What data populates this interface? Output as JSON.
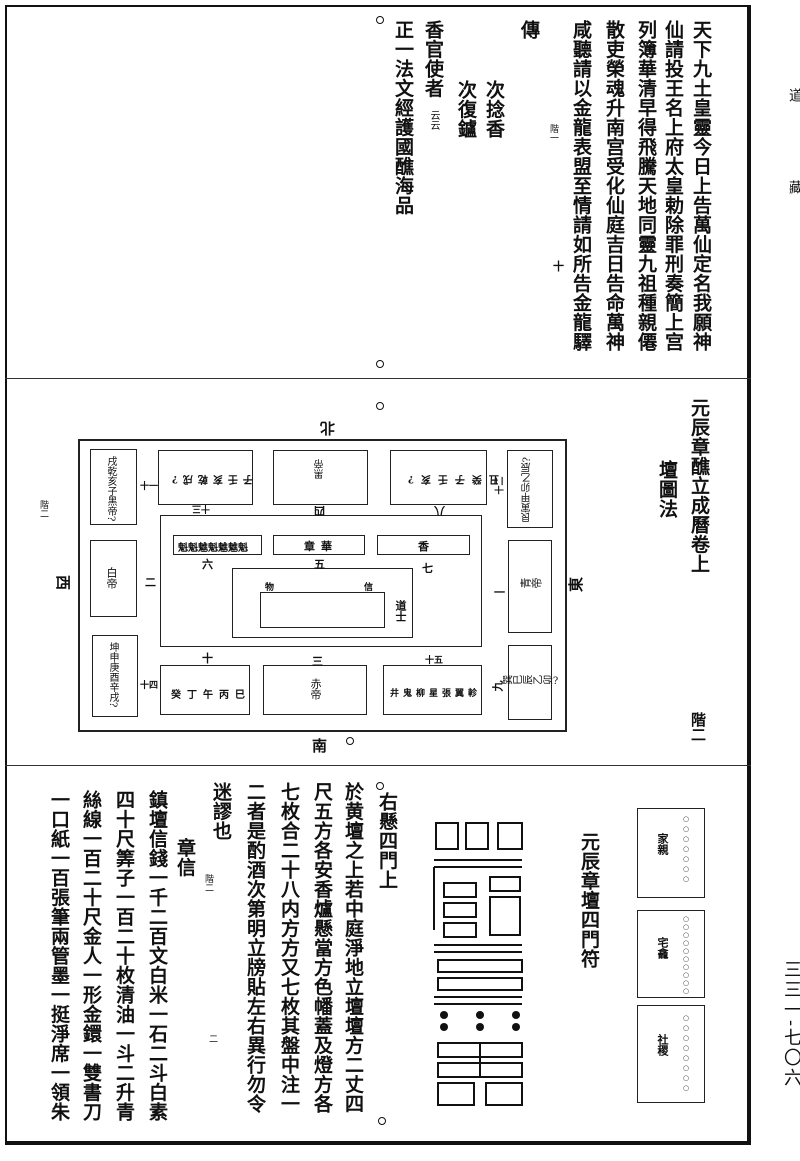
{
  "margin": {
    "collection_1": "道",
    "collection_2": "藏",
    "page_number": "三三一-七〇六"
  },
  "top_panel": {
    "columns": [
      "天下九土皇靈今日上告萬仙定名我願神",
      "仙請投王名上府太皇勅除罪刑奏簡上宫",
      "列簿華清早得飛騰天地同靈九祖種親僊",
      "散吏榮魂升南宫受化仙庭吉日告命萬神",
      "咸聽請以金龍表盟至情請如所告金龍驛"
    ],
    "note_1": "階一",
    "mark_plus": "十",
    "chuan": "傳",
    "ci_1": "次捻香",
    "ci_2": "次復鑪",
    "xiangguan": "香官使者",
    "yunyun": "云云",
    "closing_title": "正一法文經護國醮海品"
  },
  "middle_panel": {
    "title": "元辰章醮立成曆卷上",
    "subtitle": "壇圖法",
    "note": "階二",
    "side_note": "階二",
    "diagram": {
      "north": "北",
      "south": "南",
      "west": "西",
      "east": "東",
      "numbers": {
        "n1": "一",
        "n2": "二",
        "n3": "三",
        "n4": "四",
        "n5": "五",
        "n6": "六",
        "n7": "七",
        "n8": "八",
        "n9": "九",
        "n10": "十",
        "n11": "十一",
        "n12": "十二",
        "n13": "十三",
        "n14": "十四",
        "n15": "十五"
      },
      "top_left_box": "戌乾亥子黑帝?",
      "top_row_left": "子壬亥乾戌?",
      "top_row_mid": "黑帝",
      "top_row_right": "丑癸子壬亥?",
      "right_top_box": "艮寅甲卯乙辰?",
      "left_mid_box": "白帝",
      "right_mid_box": "青帝",
      "left_bottom_box": "坤申庚酉辛戌?",
      "right_bottom_box": "巽巳辰乙卯?",
      "inner_left": "魁魁魋魁魋魋魁",
      "inner_mid": "章華",
      "inner_right": "香",
      "altar_1": "物",
      "altar_2": "信",
      "daoshi": "道士",
      "bottom_left": "癸丁午丙巳",
      "bottom_mid": "赤帝",
      "bottom_right": "井鬼柳星張翼軫"
    }
  },
  "bottom_panel": {
    "heading": "右懸四門上",
    "columns": [
      "於黄壇之上若中庭淨地立壇壇方二丈四",
      "尺五方各安香爐懸當方色幡蓋及燈方各",
      "七枚合二十八内方方又七枚其盤中注一",
      "二者是酌酒次第明立牓貼左右異行勿令",
      "迷謬也"
    ],
    "zhangxin": "章信",
    "note": "階二",
    "note_2": "二",
    "list_columns": [
      "鎮壇信錢一千二百文白米一石二斗白素",
      "四十尺筭子一百二十枚清油一斗二升青",
      "絲線一百二十尺金人一形金鐶一雙書刀",
      "一口紙一百張筆兩管墨一挺淨席一領朱"
    ],
    "talisman_title": "元辰章壇四門符",
    "gate_boxes": [
      "家親",
      "宅龕",
      "社稷"
    ]
  }
}
